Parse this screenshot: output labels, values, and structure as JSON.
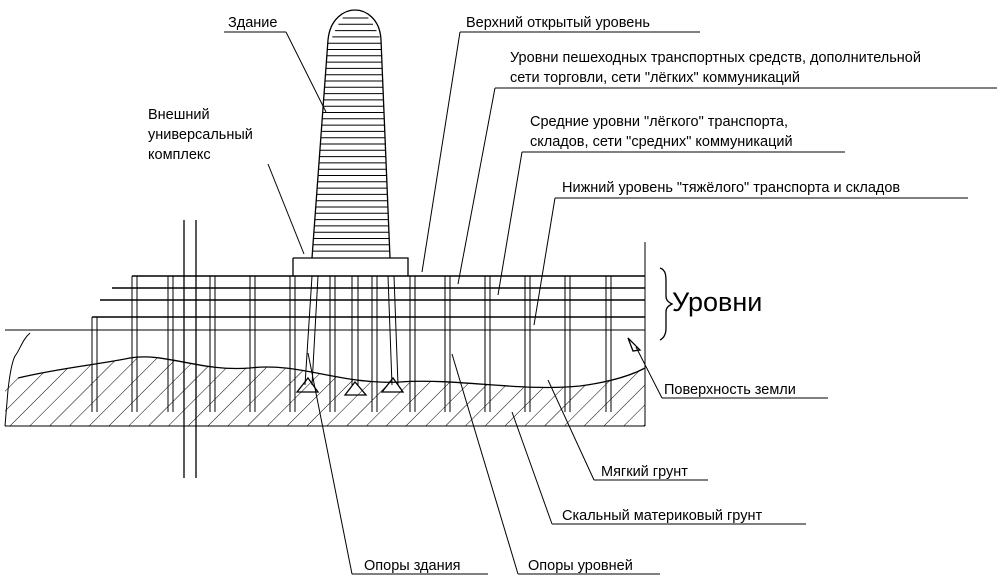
{
  "labels": {
    "building": "Здание",
    "top_level": "Верхний открытый уровень",
    "pedestrian_line1": "Уровни пешеходных транспортных средств, дополнительной",
    "pedestrian_line2": "сети  торговли, сети \"лёгких\" коммуникаций",
    "external_line1": "Внешний",
    "external_line2": "универсальный",
    "external_line3": "комплекс",
    "middle_line1": "Средние уровни \"лёгкого\" транспорта,",
    "middle_line2": "складов, сети \"средних\" коммуникаций",
    "lower_level": "Нижний уровень \"тяжёлого\" транспорта и складов",
    "levels": "Уровни",
    "ground_surface": "Поверхность земли",
    "soft_soil": "Мягкий грунт",
    "bedrock": "Скальный материковый грунт",
    "building_supports": "Опоры здания",
    "level_supports": "Опоры уровней"
  }
}
